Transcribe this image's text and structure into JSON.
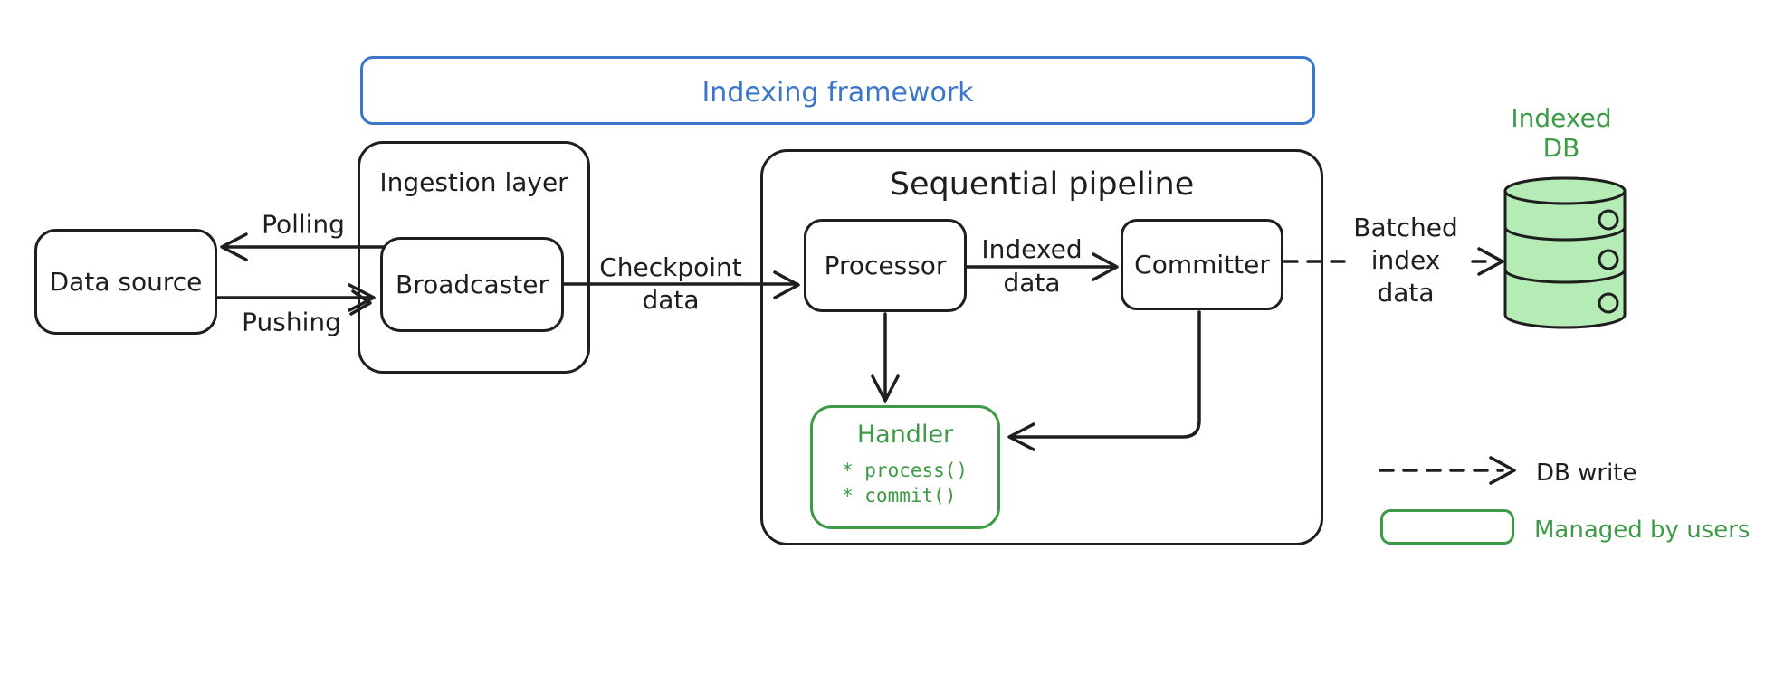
{
  "colors": {
    "stroke_black": "#1e1e1e",
    "accent_blue": "#3b76cb",
    "accent_green": "#3d9b47",
    "db_fill_green": "#b5ecb5",
    "background": "#ffffff"
  },
  "framework": {
    "label": "Indexing framework"
  },
  "nodes": {
    "data_source": "Data source",
    "ingestion_layer": "Ingestion layer",
    "broadcaster": "Broadcaster",
    "sequential_pipeline": "Sequential pipeline",
    "processor": "Processor",
    "committer": "Committer",
    "handler": {
      "title": "Handler",
      "methods": [
        "* process()",
        "* commit()"
      ]
    },
    "indexed_db": {
      "line1": "Indexed",
      "line2": "DB"
    }
  },
  "edges": {
    "polling": "Polling",
    "pushing": "Pushing",
    "checkpoint": {
      "line1": "Checkpoint",
      "line2": "data"
    },
    "indexed": {
      "line1": "Indexed",
      "line2": "data"
    },
    "batched": {
      "line1": "Batched",
      "line2": "index",
      "line3": "data"
    }
  },
  "legend": {
    "db_write": "DB write",
    "managed_by_users": "Managed by users"
  }
}
